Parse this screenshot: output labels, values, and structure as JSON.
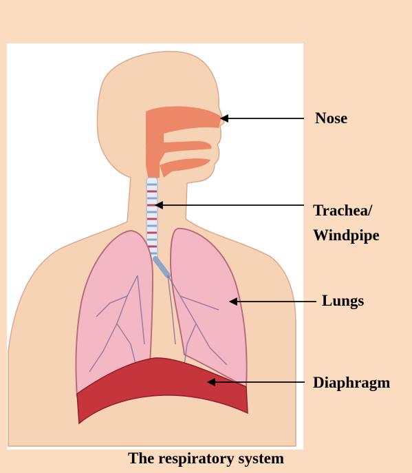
{
  "labels": {
    "nose": "Nose",
    "trachea": "Trachea/",
    "windpipe": "Windpipe",
    "lungs": "Lungs",
    "diaphragm": "Diaphragm"
  },
  "caption": "The respiratory system",
  "colors": {
    "background": "#fbdcc1",
    "panel": "#ffffff",
    "skin": "#f7d3b6",
    "airway": "#ec8768",
    "lungs": "#f4b8c4",
    "diaphragm": "#c6343c",
    "trachea_ring_blue": "#8da6c8",
    "trachea_ring_red": "#c1465a"
  }
}
